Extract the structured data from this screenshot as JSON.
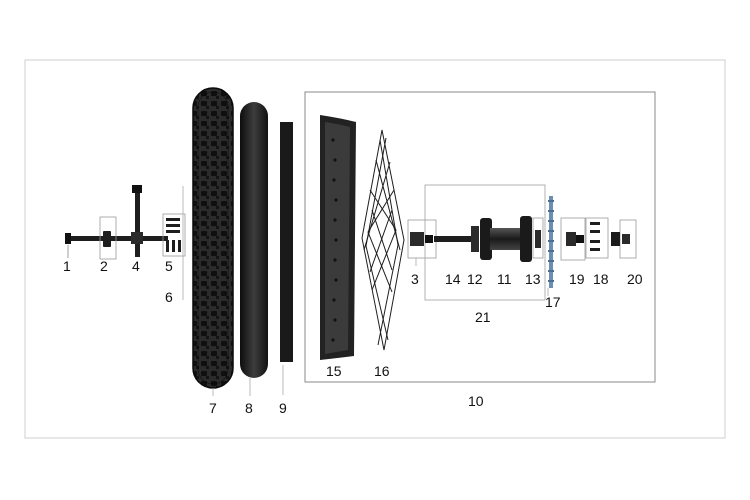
{
  "labels": {
    "p1": "1",
    "p2": "2",
    "p3": "3",
    "p4": "4",
    "p5": "5",
    "p6": "6",
    "p7": "7",
    "p8": "8",
    "p9": "9",
    "p10": "10",
    "p11": "11",
    "p12": "12",
    "p13": "13",
    "p14": "14",
    "p15": "15",
    "p16": "16",
    "p17": "17",
    "p18": "18",
    "p19": "19",
    "p20": "20",
    "p21": "21"
  },
  "colors": {
    "part": "#1e1e1e",
    "part_mid": "#3a3a3a",
    "frame": "#c8c8c8",
    "box": "#8a8a8a",
    "accent": "#6b8fb3"
  }
}
